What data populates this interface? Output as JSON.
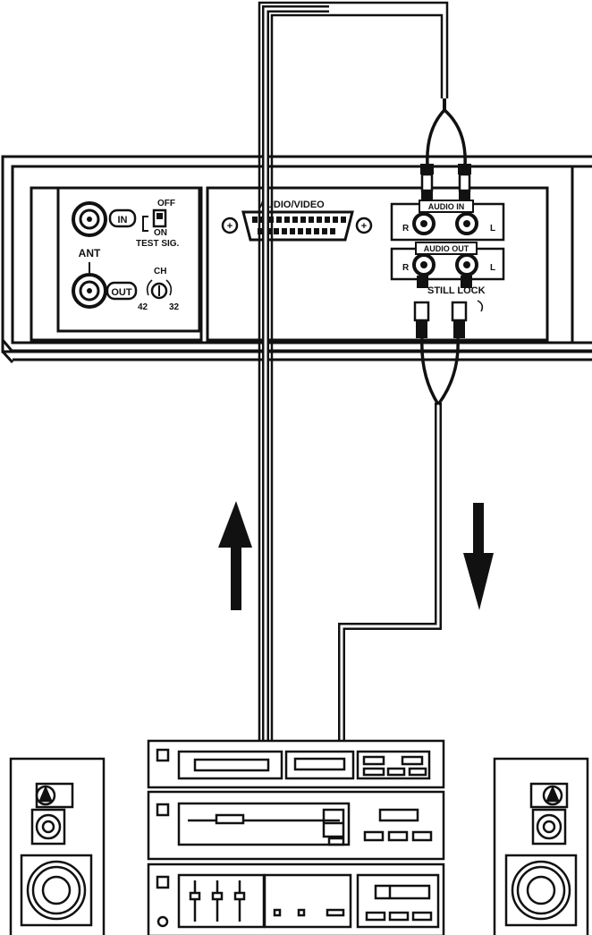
{
  "vcr_panel": {
    "antenna": {
      "in_label": "IN",
      "ant_label": "ANT",
      "out_label": "OUT"
    },
    "test_signal": {
      "off_label": "OFF",
      "on_label": "ON",
      "name_label": "TEST SIG."
    },
    "channel": {
      "label": "CH",
      "low": "42",
      "high": "32"
    },
    "audio_video_connector_label": "AUDIO/VIDEO",
    "audio_in": {
      "label": "AUDIO IN",
      "right": "R",
      "left": "L"
    },
    "audio_out": {
      "label": "AUDIO OUT",
      "right": "R",
      "left": "L"
    },
    "still_lock_label": "STILL LOCK"
  },
  "colors": {
    "ink": "#111111",
    "paper": "#ffffff"
  },
  "icons": [
    "up-arrow-icon",
    "down-arrow-icon",
    "speaker-icon",
    "stereo-rack-icon",
    "rca-plug-icon"
  ]
}
